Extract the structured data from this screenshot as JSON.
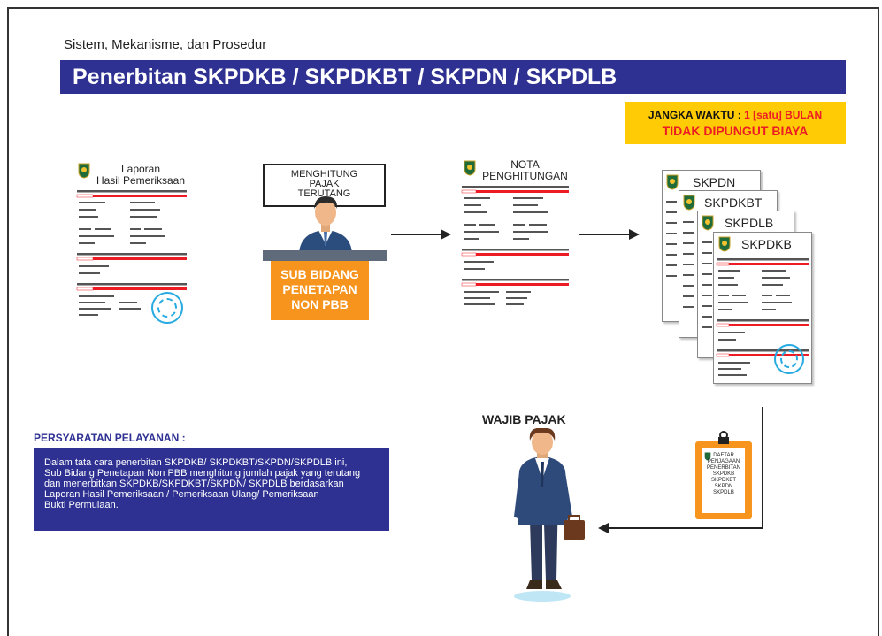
{
  "header": {
    "subtitle": "Sistem, Mekanisme, dan Prosedur",
    "title": "Penerbitan SKPDKB / SKPDKBT / SKPDN / SKPDLB"
  },
  "deadline": {
    "label": "JANGKA WAKTU",
    "separator": " : ",
    "value": "1 [satu] BULAN",
    "fee_note": "TIDAK DIPUNGUT BIAYA"
  },
  "flow": {
    "report_doc": {
      "line1": "Laporan",
      "line2": "Hasil Pemeriksaan"
    },
    "officer": {
      "sign_line1": "MENGHITUNG",
      "sign_line2": "PAJAK",
      "sign_line3": "TERUTANG",
      "desk_line1": "SUB BIDANG",
      "desk_line2": "PENETAPAN",
      "desk_line3": "NON PBB"
    },
    "nota_doc": {
      "line1": "NOTA",
      "line2": "PENGHITUNGAN"
    },
    "output_docs": [
      "SKPDN",
      "SKPDKBT",
      "SKPDLB",
      "SKPDKB"
    ],
    "taxpayer": "WAJIB PAJAK",
    "checklist": {
      "lines": [
        "DAFTAR",
        "PENJAGAAN",
        "PENERBITAN",
        "SKPDKB",
        "SKPDKBT",
        "SKPDN",
        "SKPDLB"
      ]
    }
  },
  "requirements": {
    "title": "PERSYARATAN PELAYANAN :",
    "lines": [
      "Dalam tata cara penerbitan SKPDKB/ SKPDKBT/SKPDN/SKPDLB ini,",
      "Sub Bidang Penetapan Non PBB menghitung jumlah pajak yang terutang",
      "dan menerbitkan SKPDKB/SKPDKBT/SKPDN/ SKPDLB berdasarkan",
      "Laporan Hasil Pemeriksaan / Pemeriksaan Ulang/ Pemeriksaan",
      "Bukti Permulaan."
    ]
  },
  "colors": {
    "banner": "#2e3192",
    "accent_red": "#ed1c24",
    "highlight_yellow": "#ffcb05",
    "desk_orange": "#f7941d",
    "stamp_blue": "#27aae1"
  }
}
